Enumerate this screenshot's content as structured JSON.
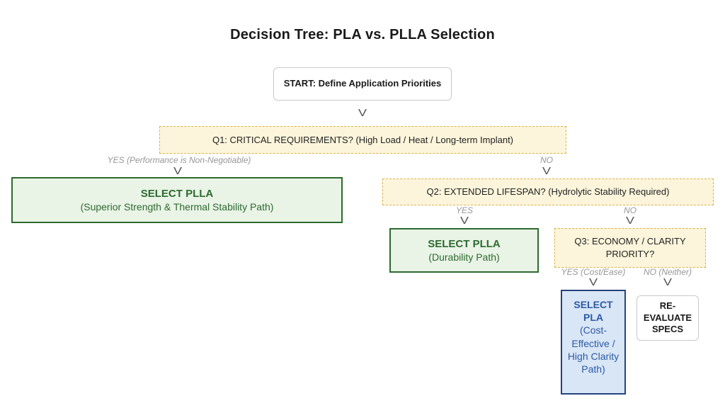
{
  "title": "Decision Tree: PLA vs. PLLA Selection",
  "arrow_glyph": "V",
  "colors": {
    "background": "#ffffff",
    "question_bg": "#fcf5db",
    "question_border": "#d9b44a",
    "green_bg": "#e9f3e6",
    "green_border": "#2d6a2f",
    "green_text": "#2d6a2f",
    "blue_bg": "#d9e6f6",
    "blue_border": "#24457e",
    "blue_text": "#2c5aa6",
    "neutral_border": "#c9c9c9",
    "branch_label_text": "#979797",
    "arrow_color": "#555555"
  },
  "nodes": {
    "start": {
      "title": "START: Define Application Priorities"
    },
    "q1": {
      "title": "Q1: CRITICAL REQUIREMENTS? (High Load / Heat / Long-term Implant)",
      "yes_label": "YES (Performance is Non-Negotiable)",
      "no_label": "NO"
    },
    "select_plla_strength": {
      "title": "SELECT PLLA",
      "subtitle": "(Superior Strength & Thermal Stability Path)"
    },
    "q2": {
      "title": "Q2: EXTENDED LIFESPAN? (Hydrolytic Stability Required)",
      "yes_label": "YES",
      "no_label": "NO"
    },
    "select_plla_durability": {
      "title": "SELECT PLLA",
      "subtitle": "(Durability Path)"
    },
    "q3": {
      "title": "Q3: ECONOMY / CLARITY PRIORITY?",
      "yes_label": "YES (Cost/Ease)",
      "no_label": "NO (Neither)"
    },
    "select_pla": {
      "title": "SELECT PLA",
      "subtitle": "(Cost-Effective / High Clarity Path)"
    },
    "reevaluate": {
      "title": "RE-EVALUATE SPECS"
    }
  }
}
